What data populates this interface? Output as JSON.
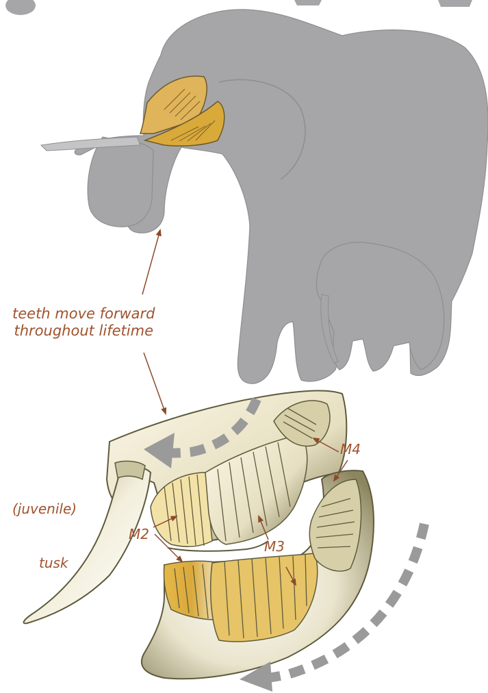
{
  "caption": {
    "line1": "teeth move forward",
    "line2": "throughout lifetime"
  },
  "labels": {
    "juvenile": "(juvenile)",
    "tusk": "tusk",
    "m2": "M2",
    "m3": "M3",
    "m4": "M4"
  },
  "colors": {
    "elephant_gray": "#a6a6a8",
    "label_brown": "#a0522d",
    "tooth_gold": "#d9a93a",
    "jaw_olive": "#8c8660",
    "arrow_gray": "#9a9a9a"
  }
}
